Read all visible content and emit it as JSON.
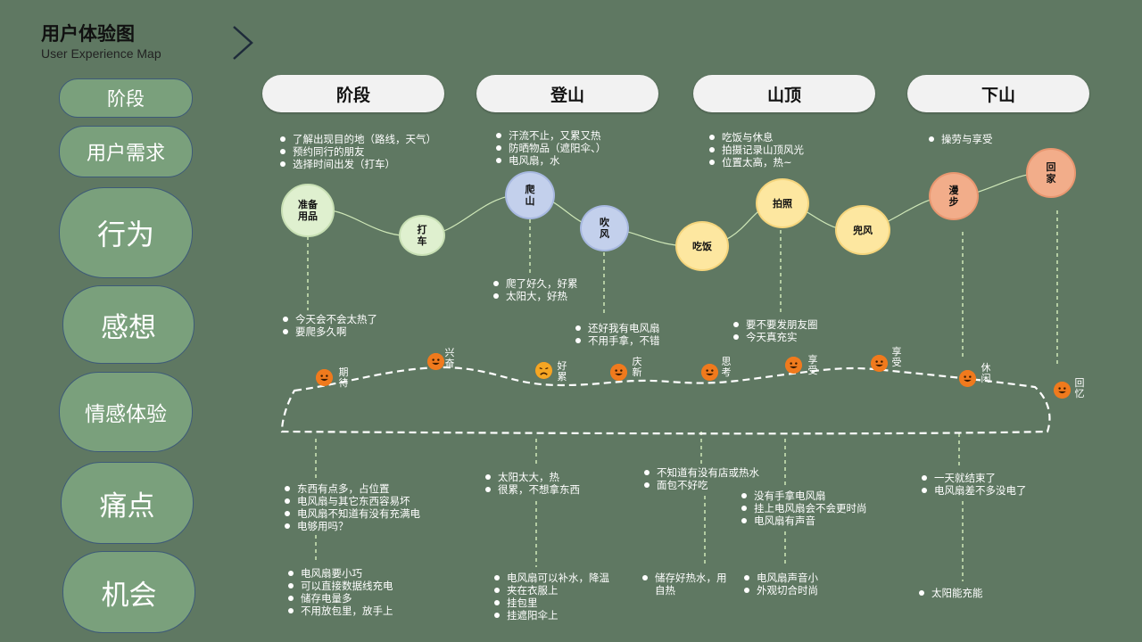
{
  "header": {
    "title": "用户体验图",
    "subtitle": "User Experience Map"
  },
  "rows": {
    "stage": "阶段",
    "needs": "用户需求",
    "behavior": "行为",
    "thoughts": "感想",
    "emotion": "情感体验",
    "pain": "痛点",
    "opportunity": "机会"
  },
  "stages": [
    "阶段",
    "登山",
    "山顶",
    "下山"
  ],
  "needs": [
    [
      "了解出现目的地（路线，天气）",
      "预约同行的朋友",
      "选择时间出发（打车）"
    ],
    [
      "汗流不止，又累又热",
      "防晒物品（遮阳伞、）",
      "电风扇，水"
    ],
    [
      "吃饭与休息",
      "拍摄记录山顶风光",
      "位置太高，热~"
    ],
    [
      "操劳与享受"
    ]
  ],
  "behaviors": [
    {
      "label": "准备用品",
      "color": "green"
    },
    {
      "label": "打车",
      "color": "green"
    },
    {
      "label": "爬山",
      "color": "blue"
    },
    {
      "label": "吹风",
      "color": "blue"
    },
    {
      "label": "吃饭",
      "color": "yellow"
    },
    {
      "label": "拍照",
      "color": "yellow"
    },
    {
      "label": "兜风",
      "color": "yellow"
    },
    {
      "label": "漫步",
      "color": "orange"
    },
    {
      "label": "回家",
      "color": "orange"
    }
  ],
  "thoughts": [
    [
      "今天会不会太热了",
      "要爬多久啊"
    ],
    [
      "爬了好久，好累",
      "太阳大，好热"
    ],
    [
      "还好我有电风扇",
      "不用手拿，不错"
    ],
    [
      "要不要发朋友圈",
      "今天真充实"
    ]
  ],
  "emotions": [
    {
      "label": "期待",
      "mood": "happy"
    },
    {
      "label": "兴奋",
      "mood": "happy"
    },
    {
      "label": "好累",
      "mood": "sad"
    },
    {
      "label": "庆新",
      "mood": "happy"
    },
    {
      "label": "思考",
      "mood": "happy"
    },
    {
      "label": "享受",
      "mood": "happy"
    },
    {
      "label": "享受",
      "mood": "happy"
    },
    {
      "label": "休闲",
      "mood": "happy"
    },
    {
      "label": "回忆",
      "mood": "happy"
    }
  ],
  "pains": [
    [
      "东西有点多，占位置",
      "电风扇与其它东西容易坏",
      "电风扇不知道有没有充满电",
      "电够用吗？"
    ],
    [
      "太阳太大，热",
      "很累，不想拿东西"
    ],
    [
      "不知道有没有店或热水",
      "面包不好吃"
    ],
    [
      "没有手拿电风扇",
      "挂上电风扇会不会更时尚",
      "电风扇有声音"
    ],
    [
      "一天就结束了",
      "电风扇差不多没电了"
    ]
  ],
  "opportunities": [
    [
      "电风扇要小巧",
      "可以直接数据线充电",
      "储存电量多",
      "不用放包里，放手上"
    ],
    [
      "电风扇可以补水，降温",
      "夹在衣服上",
      "挂包里",
      "挂遮阳伞上"
    ],
    [
      "储存好热水，用自热"
    ],
    [
      "电风扇声音小",
      "外观切合时尚"
    ],
    [
      "太阳能充能"
    ]
  ],
  "colors": {
    "background": "#5f7862",
    "side_label": "#7aa07c",
    "emoji": "#f07a1d",
    "green": "#dff0cf",
    "blue": "#c3d0ec",
    "yellow": "#fde7a0",
    "orange": "#f2ad8a"
  }
}
